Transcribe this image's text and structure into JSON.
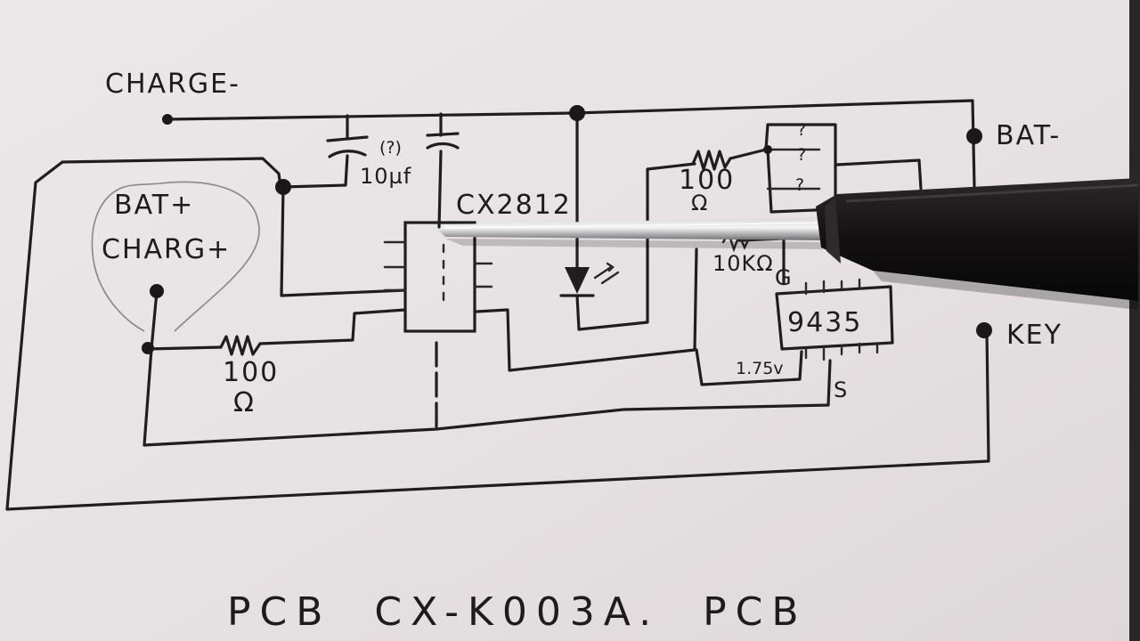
{
  "labels": {
    "charge_minus": "CHARGE-",
    "bat_minus": "BAT-",
    "bat_plus": "BAT+",
    "charg_plus": "CHARG+",
    "key": "KEY",
    "cap_value": "10µf",
    "cap_value_prefix": "(?)",
    "chip": "CX2812",
    "res_left_value": "100",
    "res_left_unit": "Ω",
    "res_right_value": "100",
    "res_right_unit": "Ω",
    "res_gate_value": "10KΩ",
    "mosfet": "9435",
    "gate_pin": "G",
    "source_pin": "S",
    "voltage": "1.75v",
    "unknown_1": "?",
    "unknown_2": "?",
    "unknown_3": "?",
    "board_title": "PCB  CX-K003A.  PCB"
  },
  "colors": {
    "paper": "#e9e4e6",
    "ink": "#1f1d1e",
    "pencil": "#8a8588",
    "pen_body": "#151314",
    "probe": "#9b9a9c"
  },
  "objects": [
    "screwdriver-probe",
    "black-pen"
  ]
}
